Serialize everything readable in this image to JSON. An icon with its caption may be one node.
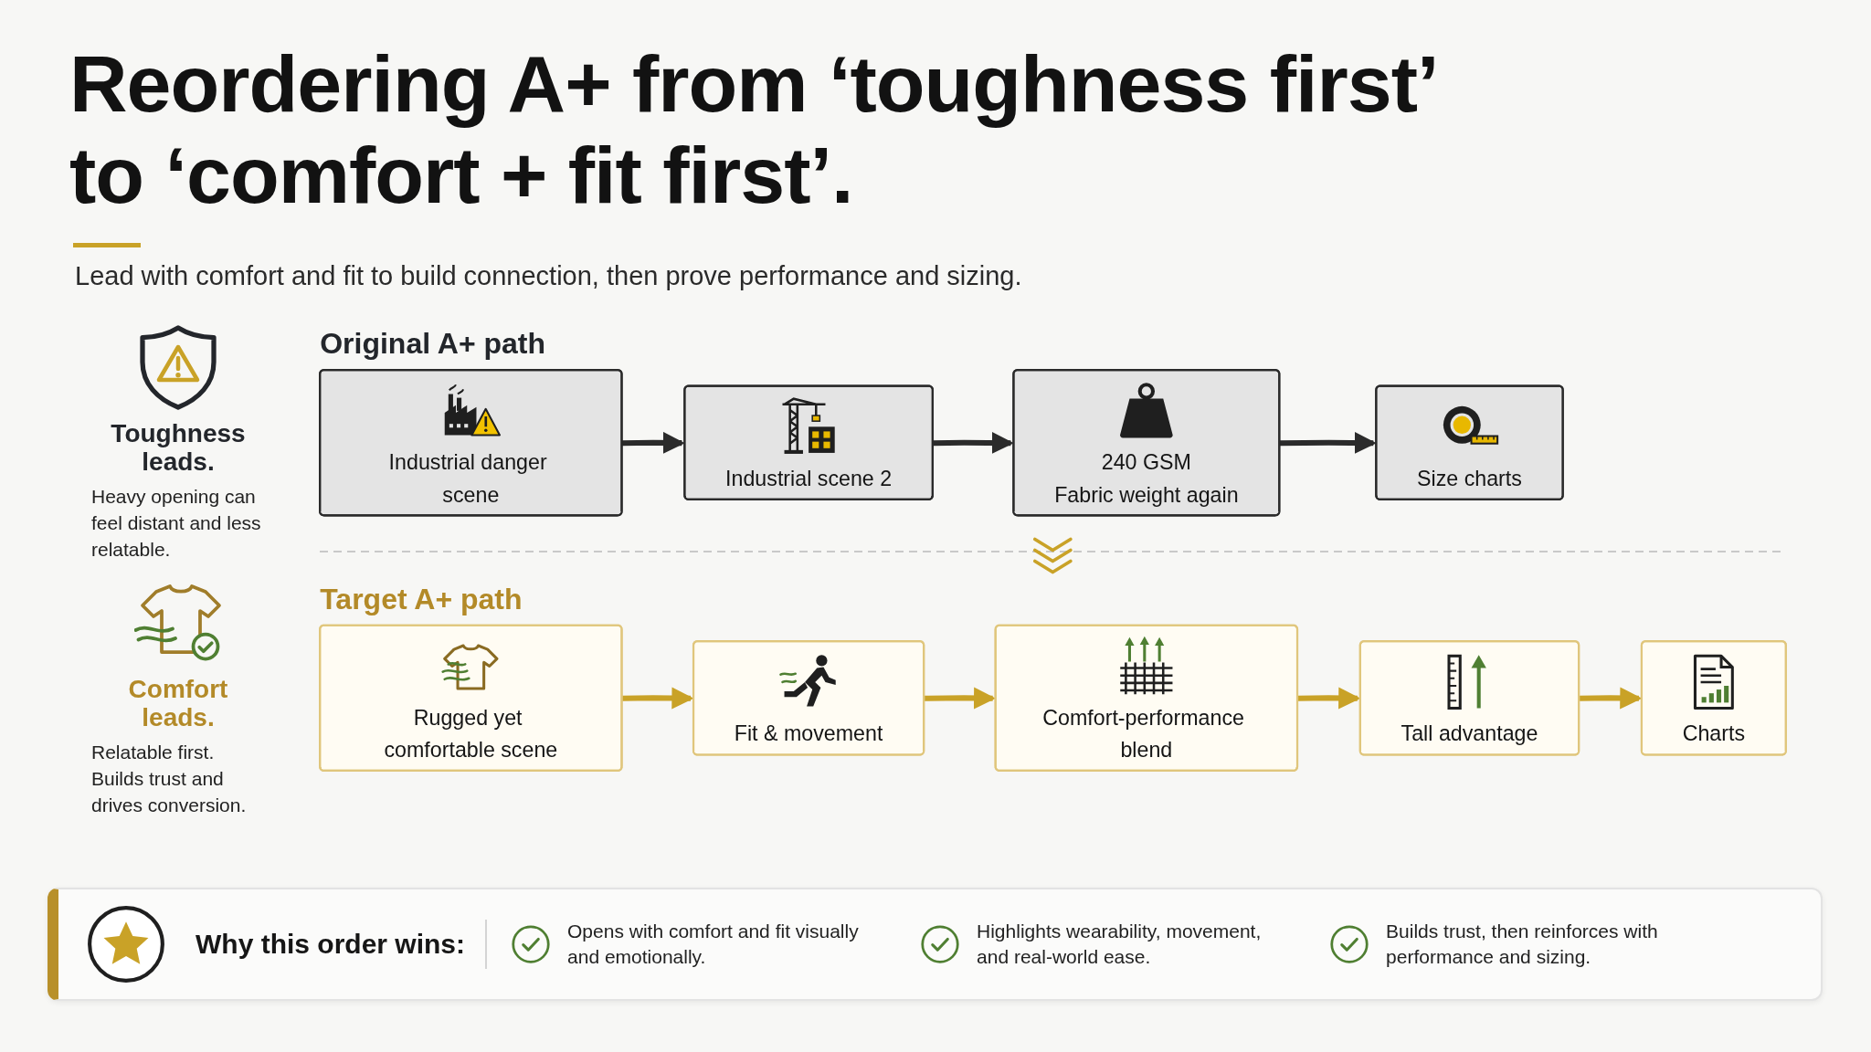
{
  "diagram": {
    "title": "Reordering A+ from ‘toughness first’ to ‘comfort + fit first’.",
    "nodes": [
      {
        "text": [
          "Industrial danger scene"
        ]
      },
      {
        "text": [
          "Industrial scene 2"
        ]
      },
      {
        "text": [
          "240 GSM",
          "Fabric weight again"
        ]
      },
      {
        "text": [
          "Size charts"
        ]
      },
      {
        "text": [
          "Rugged yet comfortable scene"
        ]
      },
      {
        "text": [
          "Fit & movement"
        ]
      },
      {
        "text": [
          "Comfort-performance blend"
        ]
      },
      {
        "text": [
          "Tall advantage"
        ]
      },
      {
        "text": [
          "Charts"
        ]
      }
    ],
    "edges": [
      {
        "from": 0,
        "to": 1,
        "arrow": "to",
        "color": "#2b2b2b"
      },
      {
        "from": 1,
        "to": 2,
        "arrow": "to",
        "color": "#2b2b2b"
      },
      {
        "from": 2,
        "to": 3,
        "arrow": "to",
        "color": "#2b2b2b"
      },
      {
        "from": 4,
        "to": 5,
        "arrow": "to"
      },
      {
        "from": 5,
        "to": 6,
        "arrow": "to"
      },
      {
        "from": 6,
        "to": 7,
        "arrow": "to"
      },
      {
        "from": 7,
        "to": 8,
        "arrow": "to"
      }
    ],
    "labels": [
      "Lead with comfort and fit to build connection, then prove performance and sizing.",
      "Original A+ path",
      "Toughness leads.",
      "Heavy opening can feel distant and less relatable.",
      "Target A+ path",
      "Comfort leads.",
      "Relatable first. Builds trust and drives conversion.",
      "Why this order wins:",
      "Opens with comfort and fit visually and emotionally.",
      "Highlights wearability, movement, and real-world ease.",
      "Builds trust, then reinforces with performance and sizing."
    ]
  }
}
